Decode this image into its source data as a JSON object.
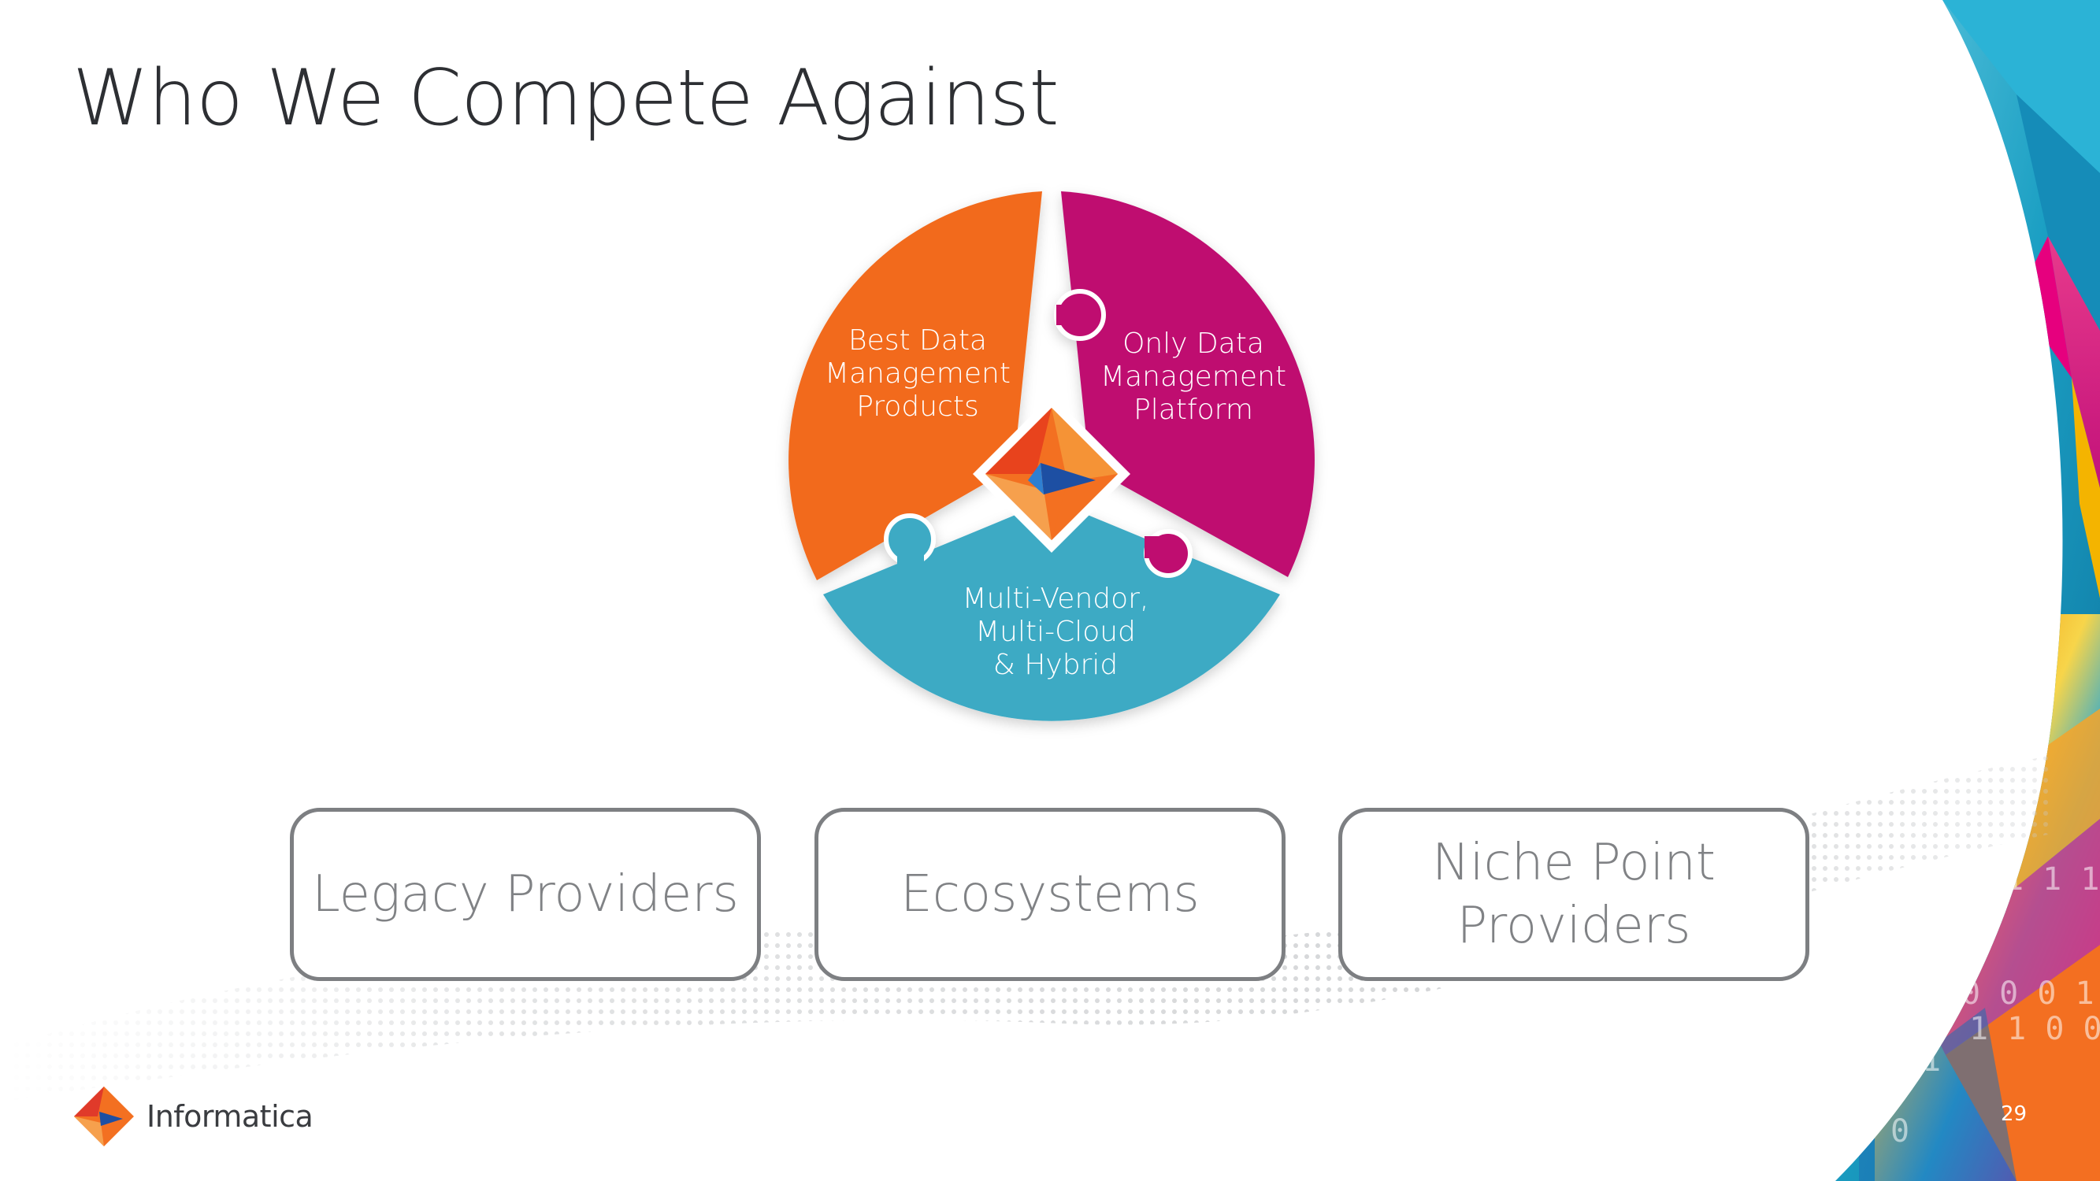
{
  "slide": {
    "title": "Who We Compete Against",
    "page_number": "29"
  },
  "puzzle": {
    "segments": [
      {
        "name": "orange",
        "lines": [
          "Best Data",
          "Management",
          "Products"
        ],
        "color": "#f26b1d"
      },
      {
        "name": "magenta",
        "lines": [
          "Only Data",
          "Management",
          "Platform"
        ],
        "color": "#bf0b6f"
      },
      {
        "name": "teal",
        "lines": [
          "Multi-Vendor,",
          "Multi-Cloud",
          "& Hybrid"
        ],
        "color": "#3eaac4"
      }
    ],
    "center_icon": "informatica-diamond-icon"
  },
  "competitors": [
    {
      "lines": [
        "Legacy Providers"
      ]
    },
    {
      "lines": [
        "Ecosystems"
      ]
    },
    {
      "lines": [
        "Niche Point",
        "Providers"
      ]
    }
  ],
  "brand": {
    "name": "Informatica",
    "icon": "informatica-logo-icon",
    "colors": {
      "orange": "#f37021",
      "blue": "#1d4fa3",
      "red": "#e03a2a"
    }
  }
}
